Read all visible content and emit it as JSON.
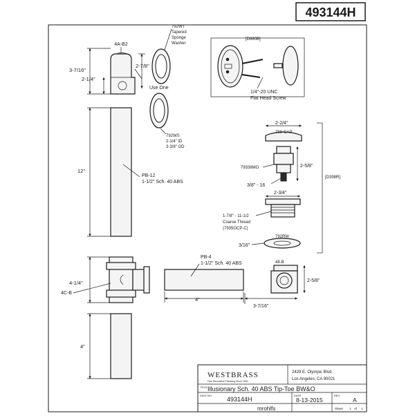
{
  "part_number": "493144H",
  "labels": {
    "elbow": "4A-B2",
    "washer_792wt": [
      "792WT",
      "Tapered",
      "Sponge",
      "Washer"
    ],
    "use_one": "Use One",
    "washer_792ws": [
      "792WS",
      "2-1/4\" ID",
      "3-3/8\" OD"
    ],
    "d980b": "[D980B]",
    "screw": [
      "1/4\"-20 UNC",
      "Flat Head Screw"
    ],
    "pipe_pb12": [
      "PB-12",
      "1-1/2\" Sch. 40 ABS"
    ],
    "pipe_pb4": [
      "PB-4",
      "1-1/2\" Sch. 40 ABS"
    ],
    "cap": "798-CAP",
    "stem": "79338MO",
    "thread_38": "3/8\" - 16",
    "coarse": [
      "1-7/8\" - 11-1/2",
      "Coarse Thread",
      "(7935OCP-C)"
    ],
    "washer_792rw": "792RW",
    "d398r": "[D398R]",
    "shoe": "48-B",
    "tee": "4C-B"
  },
  "dimensions": {
    "elbow_height": "3-7/16\"",
    "elbow_upper": "2-7/8\"",
    "elbow_lower": "2-1/4\"",
    "pipe_length": "12\"",
    "cap_width": "2-2/4\"",
    "stem_height": "2-5/8\"",
    "thread_width": "2-3/4\"",
    "washer_thickness": "3/16\"",
    "tee_height": "4-1/4\"",
    "pb4_length": "4\"",
    "shoe_height": "2-5/8\"",
    "shoe_width": "3-7/16\"",
    "tail_length": "4\""
  },
  "title_block": {
    "company": "WESTBRASS",
    "company_sub": "Fine Decorative Plumbing Since 1930",
    "address1": "2429 E. Olympic Blvd.",
    "address2": "Los Angeles, CA 90021",
    "title_label": "TITLE",
    "title": "Illusionary Sch. 40 ABS Tip-Toe BW&O",
    "dwg_label": "DWG NO.",
    "dwg_no": "493144H",
    "date_label": "DATE",
    "date": "8-13-2015",
    "rev_label": "REV",
    "rev": "A",
    "drawn_by": "mrohlfs",
    "sheet_label": "Sheet",
    "sheet_value": "1",
    "sheet_of": "of",
    "sheet_total": "1"
  }
}
